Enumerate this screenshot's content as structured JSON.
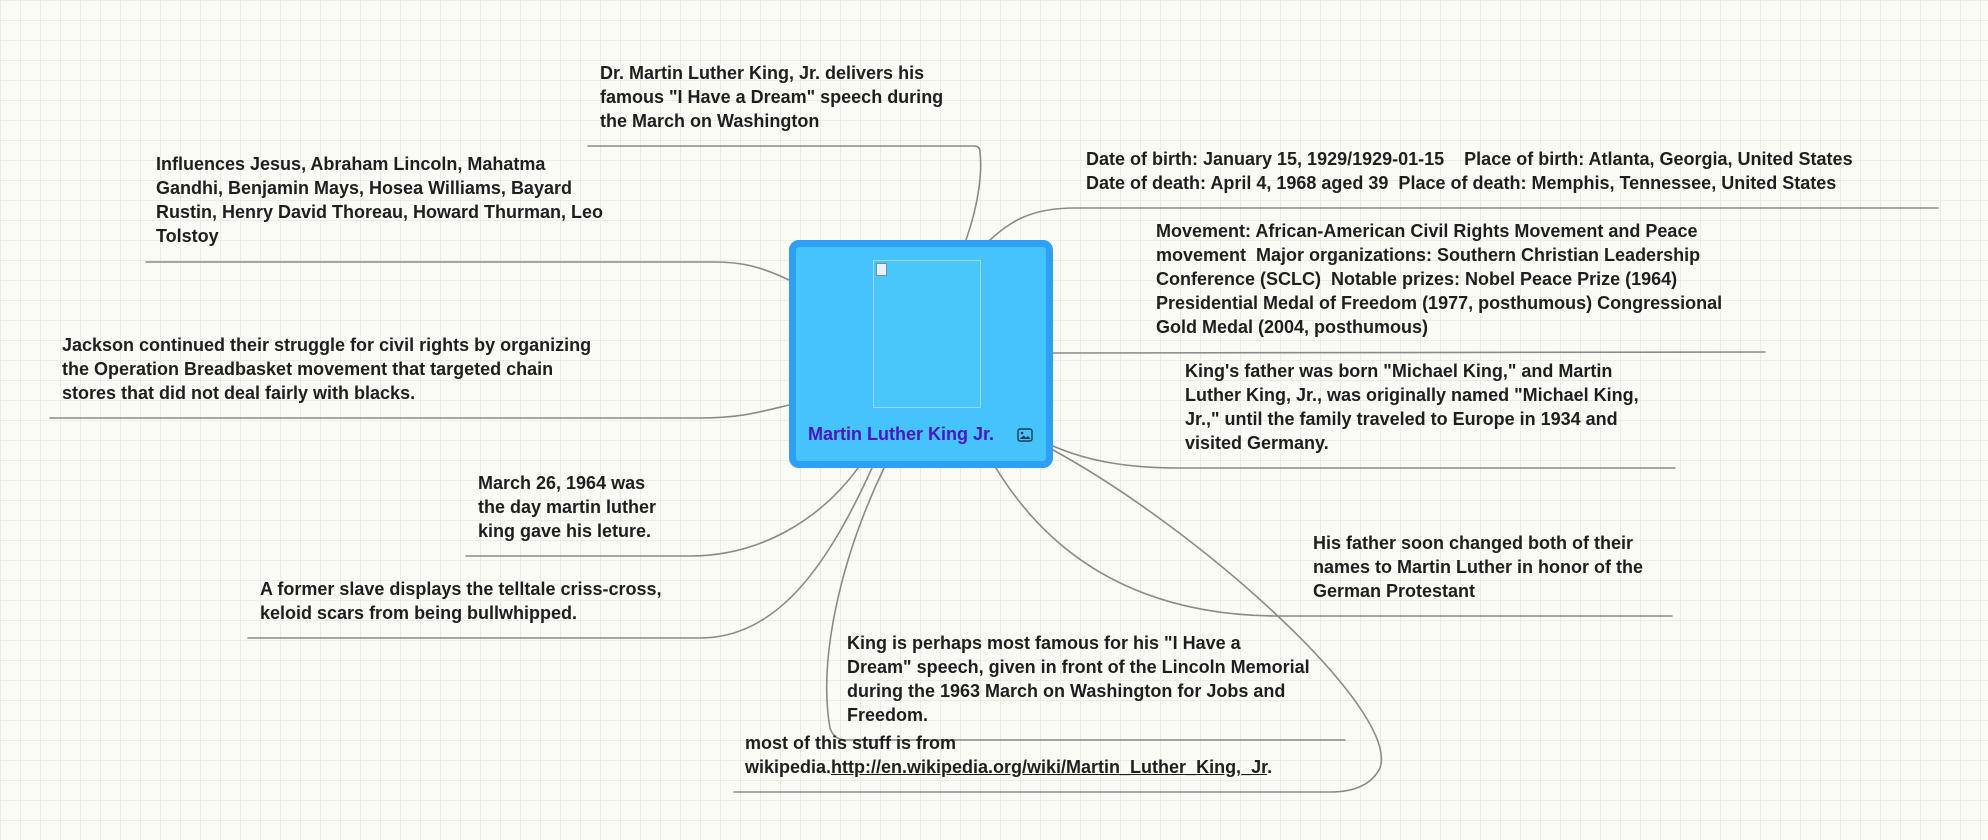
{
  "central": {
    "title": "Martin Luther King Jr.",
    "image_icon": "image-icon",
    "fill_color": "#44c4fb",
    "border_color": "#2d9ff5",
    "title_color": "#4b14c4"
  },
  "connector_color": "#8a8a8a",
  "topics": {
    "dream_speech": "Dr. Martin Luther King, Jr. delivers his\nfamous \"I Have a Dream\" speech during\nthe March on Washington",
    "influences": "Influences Jesus, Abraham Lincoln, Mahatma\nGandhi, Benjamin Mays, Hosea Williams, Bayard\nRustin, Henry David Thoreau, Howard Thurman, Leo\nTolstoy",
    "breadbasket": "Jackson continued their struggle for civil rights by organizing\nthe Operation Breadbasket movement that targeted chain\nstores that did not deal fairly with blacks.",
    "lecture": "March 26, 1964 was\nthe day martin luther\nking gave his leture.",
    "slave": "A former slave displays the telltale criss-cross,\nkeloid scars from being bullwhipped.",
    "birth_death": "Date of birth: January 15, 1929/1929-01-15    Place of birth: Atlanta, Georgia, United States\nDate of death: April 4, 1968 aged 39  Place of death: Memphis, Tennessee, United States",
    "movement": "Movement: African-American Civil Rights Movement and Peace\nmovement  Major organizations: Southern Christian Leadership\nConference (SCLC)  Notable prizes: Nobel Peace Prize (1964)\nPresidential Medal of Freedom (1977, posthumous) Congressional\nGold Medal (2004, posthumous)",
    "father_name": "King's father was born \"Michael King,\" and Martin\nLuther King, Jr., was originally named \"Michael King,\nJr.,\" until the family traveled to Europe in 1934 and\nvisited Germany.",
    "changed_names": "His father soon changed both of their\nnames to Martin Luther in honor of the\nGerman Protestant",
    "famous": "King is perhaps most famous for his \"I Have a\nDream\" speech, given in front of the Lincoln Memorial\nduring the 1963 March on Washington for Jobs and\nFreedom.",
    "source_text": "most of this stuff is from\nwikipedia.",
    "source_link": "http://en.wikipedia.org/wiki/Martin_Luther_King,_Jr",
    "source_end": "."
  }
}
